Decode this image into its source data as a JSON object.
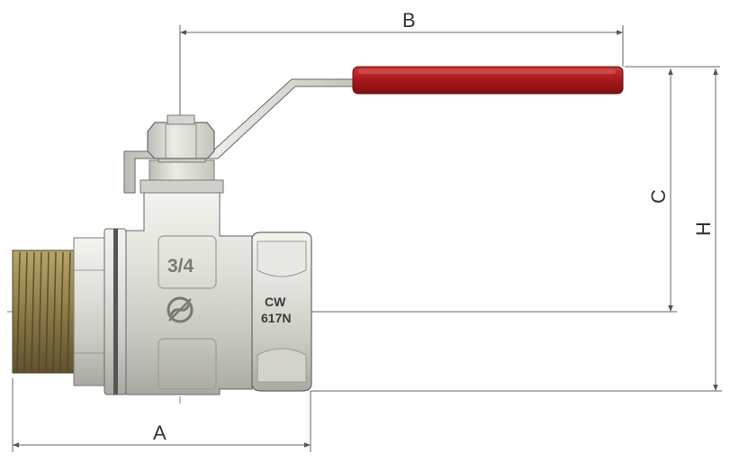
{
  "dimensions": {
    "a": "A",
    "b": "B",
    "c": "C",
    "h": "H"
  },
  "body_markings": {
    "size": "3/4",
    "material_line1": "CW",
    "material_line2": "617N"
  },
  "colors": {
    "handle": "#b01818",
    "body_metal": "#d9d9d3",
    "thread": "#8a7a45",
    "dimension_line": "#555555"
  },
  "icons": {
    "logo": "double-s-logo-icon"
  }
}
